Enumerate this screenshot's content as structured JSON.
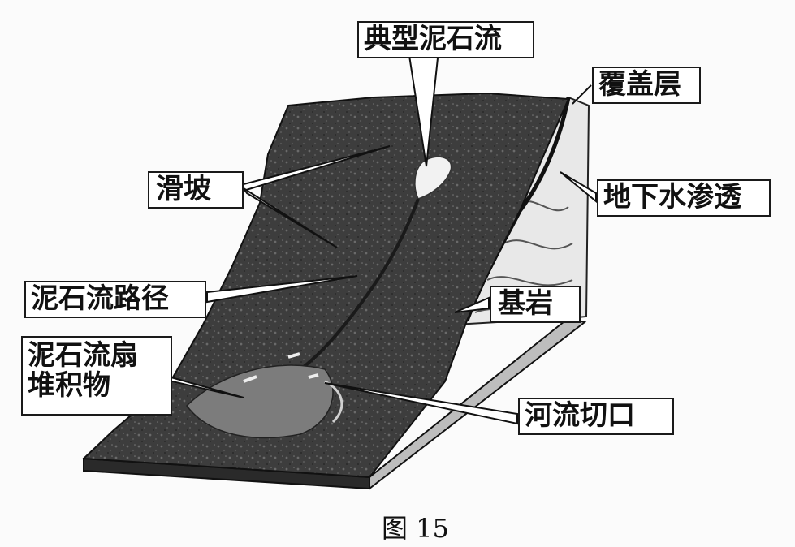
{
  "labels": {
    "typical_debris_flow": "典型泥石流",
    "overburden": "覆盖层",
    "landslide": "滑坡",
    "groundwater_seepage": "地下水渗透",
    "debris_flow_path": "泥石流路径",
    "bedrock": "基岩",
    "fan_line1": "泥石流扇",
    "fan_line2": "堆积物",
    "river_incision": "河流切口"
  },
  "caption": "图 15"
}
